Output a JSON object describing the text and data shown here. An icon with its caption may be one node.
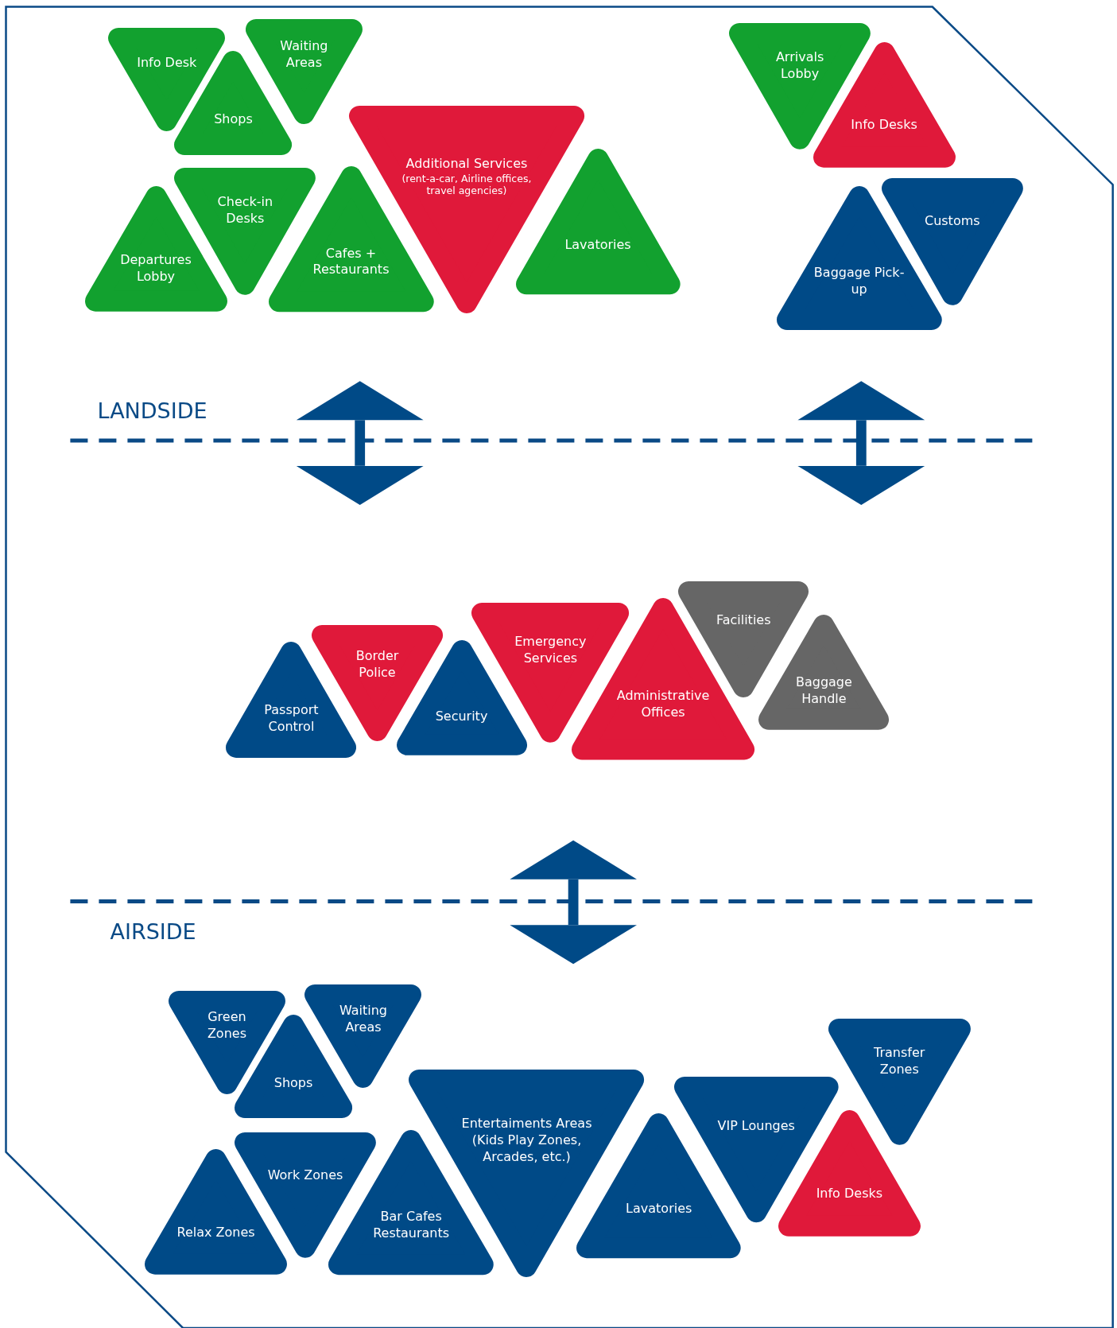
{
  "diagram": {
    "nodes": [
      {
        "text": [
          "Info Desk"
        ]
      },
      {
        "text": [
          "Waiting Areas"
        ]
      },
      {
        "text": [
          "Shops"
        ]
      },
      {
        "text": [
          "Additional Services",
          "(rent-a-car, Airline offices, travel agencies)"
        ]
      },
      {
        "text": [
          "Check-in Desks"
        ]
      },
      {
        "text": [
          "Departures Lobby"
        ]
      },
      {
        "text": [
          "Cafes + Restaurants"
        ]
      },
      {
        "text": [
          "Lavatories"
        ]
      },
      {
        "text": [
          "Arrivals Lobby"
        ]
      },
      {
        "text": [
          "Info Desks"
        ]
      },
      {
        "text": [
          "Customs"
        ]
      },
      {
        "text": [
          "Baggage Pick-up"
        ]
      },
      {
        "text": [
          "Passport Control"
        ]
      },
      {
        "text": [
          "Border Police"
        ]
      },
      {
        "text": [
          "Security"
        ]
      },
      {
        "text": [
          "Emergency Services"
        ]
      },
      {
        "text": [
          "Administrative Offices"
        ]
      },
      {
        "text": [
          "Facilities"
        ]
      },
      {
        "text": [
          "Baggage Handle"
        ]
      },
      {
        "text": [
          "Green Zones"
        ]
      },
      {
        "text": [
          "Waiting Areas"
        ]
      },
      {
        "text": [
          "Shops"
        ]
      },
      {
        "text": [
          "Entertaiments Areas (Kids Play Zones, Arcades, etc.)"
        ]
      },
      {
        "text": [
          "Transfer Zones"
        ]
      },
      {
        "text": [
          "Relax Zones"
        ]
      },
      {
        "text": [
          "Work Zones"
        ]
      },
      {
        "text": [
          "Bar Cafes Restaurants"
        ]
      },
      {
        "text": [
          "Lavatories"
        ]
      },
      {
        "text": [
          "VIP Lounges"
        ]
      },
      {
        "text": [
          "Info Desks"
        ]
      }
    ],
    "labels": [
      "LANDSIDE",
      "AIRSIDE"
    ]
  }
}
